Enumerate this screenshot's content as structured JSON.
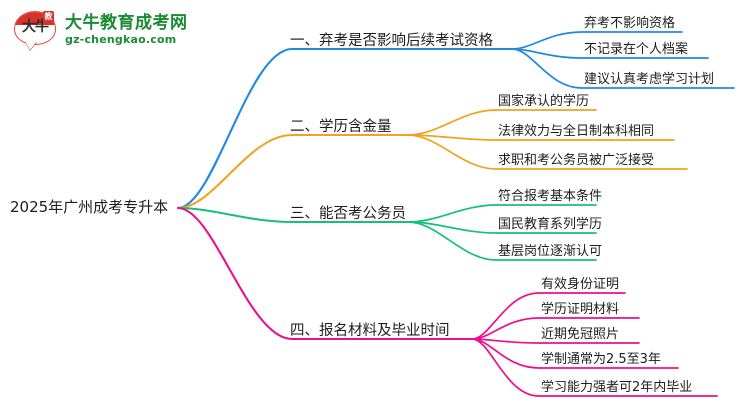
{
  "logo": {
    "mark_text": "大牛",
    "mark_badge": "教",
    "title": "大牛教育成考网",
    "subtitle": "gz-chengkao.com",
    "brand_color": "#1a8a34",
    "accent_color": "#d8332a"
  },
  "mindmap": {
    "root": "2025年广州成考专升本",
    "branches": [
      {
        "label": "一、弃考是否影响后续考试资格",
        "color": "#1e88e5",
        "leaves": [
          "弃考不影响资格",
          "不记录在个人档案",
          "建议认真考虑学习计划"
        ]
      },
      {
        "label": "二、学历含金量",
        "color": "#f0a31e",
        "leaves": [
          "国家承认的学历",
          "法律效力与全日制本科相同",
          "求职和考公务员被广泛接受"
        ]
      },
      {
        "label": "三、能否考公务员",
        "color": "#14c07a",
        "leaves": [
          "符合报考基本条件",
          "国民教育系列学历",
          "基层岗位逐渐认可"
        ]
      },
      {
        "label": "四、报名材料及毕业时间",
        "color": "#ec0f8c",
        "leaves": [
          "有效身份证明",
          "学历证明材料",
          "近期免冠照片",
          "学制通常为2.5至3年",
          "学习能力强者可2年内毕业"
        ]
      }
    ]
  }
}
